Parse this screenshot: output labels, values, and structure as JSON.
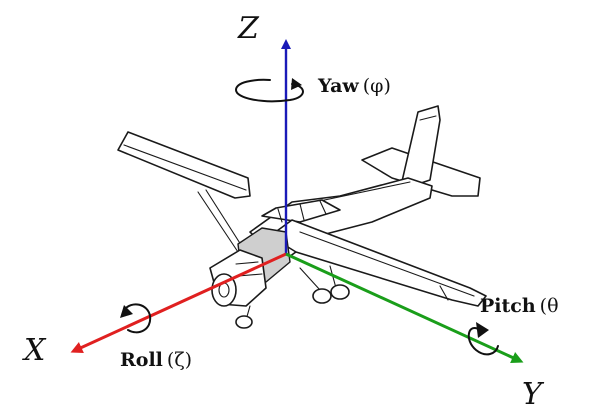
{
  "axes": {
    "x": {
      "letter": "X",
      "color": "#e02020"
    },
    "y": {
      "letter": "Y",
      "color": "#1a9e1a"
    },
    "z": {
      "letter": "Z",
      "color": "#1a1ab8"
    }
  },
  "rotations": {
    "yaw": {
      "name": "Yaw",
      "symbol": "(φ)"
    },
    "pitch": {
      "name": "Pitch",
      "symbol": "(θ"
    },
    "roll": {
      "name": "Roll",
      "symbol": "(ζ)"
    }
  }
}
